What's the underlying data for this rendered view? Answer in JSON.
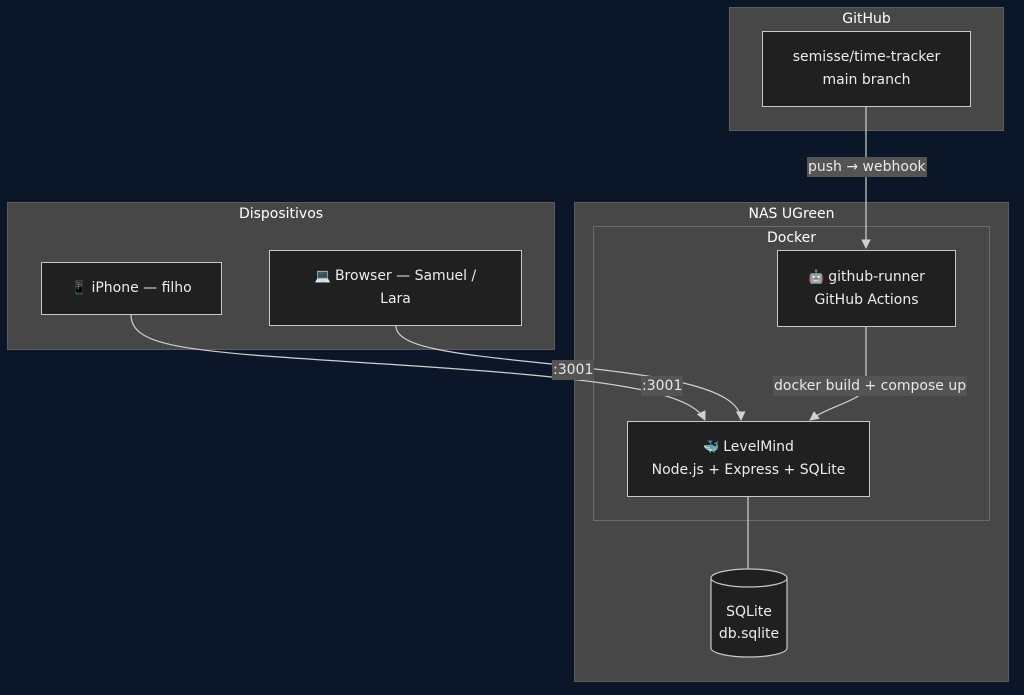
{
  "clusters": {
    "github": {
      "title": "GitHub"
    },
    "dispositivos": {
      "title": "Dispositivos"
    },
    "nas": {
      "title": "NAS UGreen"
    },
    "docker": {
      "title": "Docker"
    }
  },
  "nodes": {
    "repo": {
      "line1": "semisse/time-tracker",
      "line2": "main branch"
    },
    "iphone": {
      "icon": "📱",
      "label": "iPhone — filho"
    },
    "browser": {
      "icon": "💻",
      "line1": "Browser — Samuel /",
      "line2": "Lara"
    },
    "runner": {
      "icon": "🤖",
      "line1": "github-runner",
      "line2": "GitHub Actions"
    },
    "levelmind": {
      "icon": "🐳",
      "line1": "LevelMind",
      "line2": "Node.js + Express + SQLite"
    },
    "sqlite": {
      "line1": "SQLite",
      "line2": "db.sqlite"
    }
  },
  "edges": {
    "push": "push → webhook",
    "port1": ":3001",
    "port2": ":3001",
    "deploy": "docker build + compose up"
  },
  "colors": {
    "background": "#0b1628",
    "cluster": "#474747",
    "node": "#202020",
    "line": "#d0d0d0"
  }
}
